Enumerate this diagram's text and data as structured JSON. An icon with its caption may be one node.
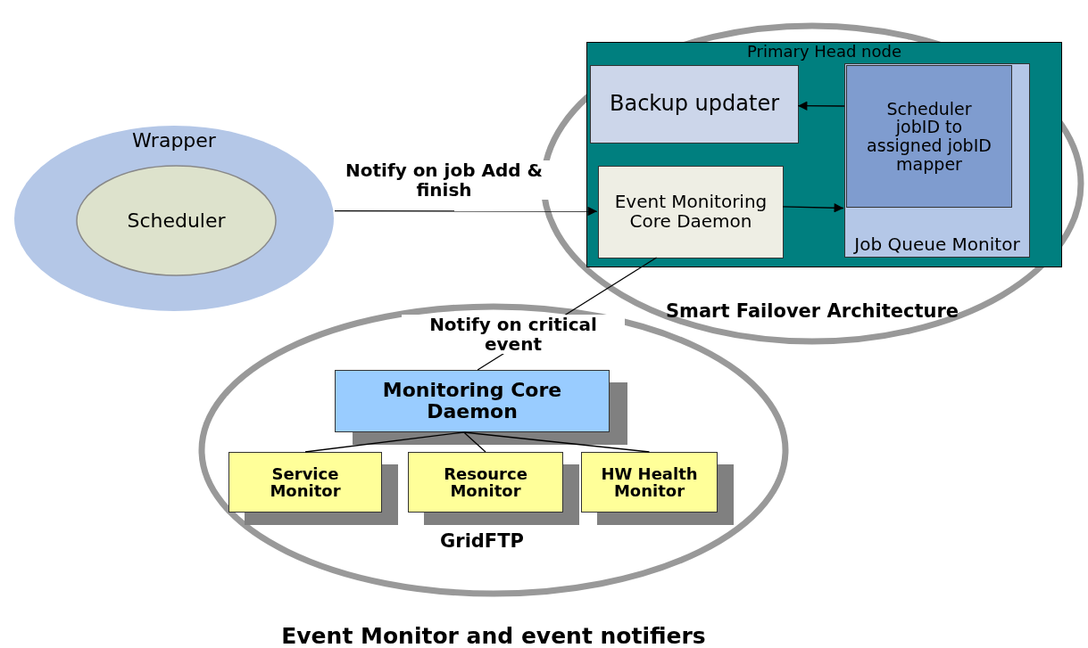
{
  "diagram": {
    "nodes": [
      {
        "text": [
          "Wrapper"
        ]
      },
      {
        "text": [
          "Scheduler"
        ],
        "in": 0
      },
      {
        "text": [
          "Smart Failover Architecture"
        ]
      },
      {
        "text": [
          "Primary Head node"
        ],
        "in": 2
      },
      {
        "text": [
          "Backup updater"
        ],
        "in": 3
      },
      {
        "text": [
          "Job Queue Monitor"
        ],
        "in": 3
      },
      {
        "text": [
          "Scheduler jobID to assigned jobID mapper"
        ],
        "in": 5
      },
      {
        "text": [
          "Event Monitoring Core Daemon"
        ],
        "in": 3
      },
      {
        "text": [
          "Event Monitor and event notifiers"
        ]
      },
      {
        "text": [
          "Monitoring Core Daemon"
        ],
        "in": 8
      },
      {
        "text": [
          "Service Monitor"
        ],
        "in": 8
      },
      {
        "text": [
          "Resource Monitor"
        ],
        "in": 8
      },
      {
        "text": [
          "HW Health Monitor"
        ],
        "in": 8
      }
    ],
    "edges": [
      {
        "from": 0,
        "to": 7,
        "arrow": "to",
        "label": "Notify on job Add & finish"
      },
      {
        "from": 6,
        "to": 4,
        "arrow": "to"
      },
      {
        "from": 7,
        "to": 5,
        "arrow": "to"
      },
      {
        "from": 9,
        "to": 7,
        "arrow": "none",
        "label": "Notify on critical event"
      },
      {
        "from": 9,
        "to": 10,
        "arrow": "none"
      },
      {
        "from": 9,
        "to": 11,
        "arrow": "none"
      },
      {
        "from": 9,
        "to": 12,
        "arrow": "none"
      }
    ],
    "labels": [
      "GridFTP"
    ]
  }
}
